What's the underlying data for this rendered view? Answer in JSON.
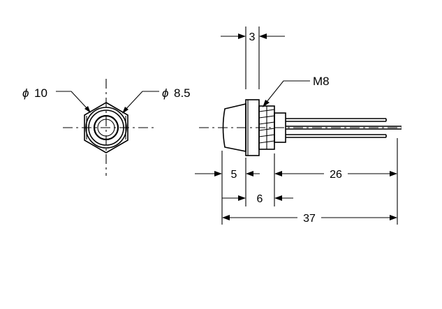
{
  "drawing": {
    "front_view": {
      "outer_diameter_label": "10",
      "inner_diameter_label": "8.5",
      "diameter_symbol": "ϕ"
    },
    "side_view": {
      "thread_label": "M8",
      "flange_width_label": "3",
      "lens_length_label": "5",
      "thread_length_label": "6",
      "lead_length_label": "26",
      "overall_length_label": "37"
    }
  }
}
